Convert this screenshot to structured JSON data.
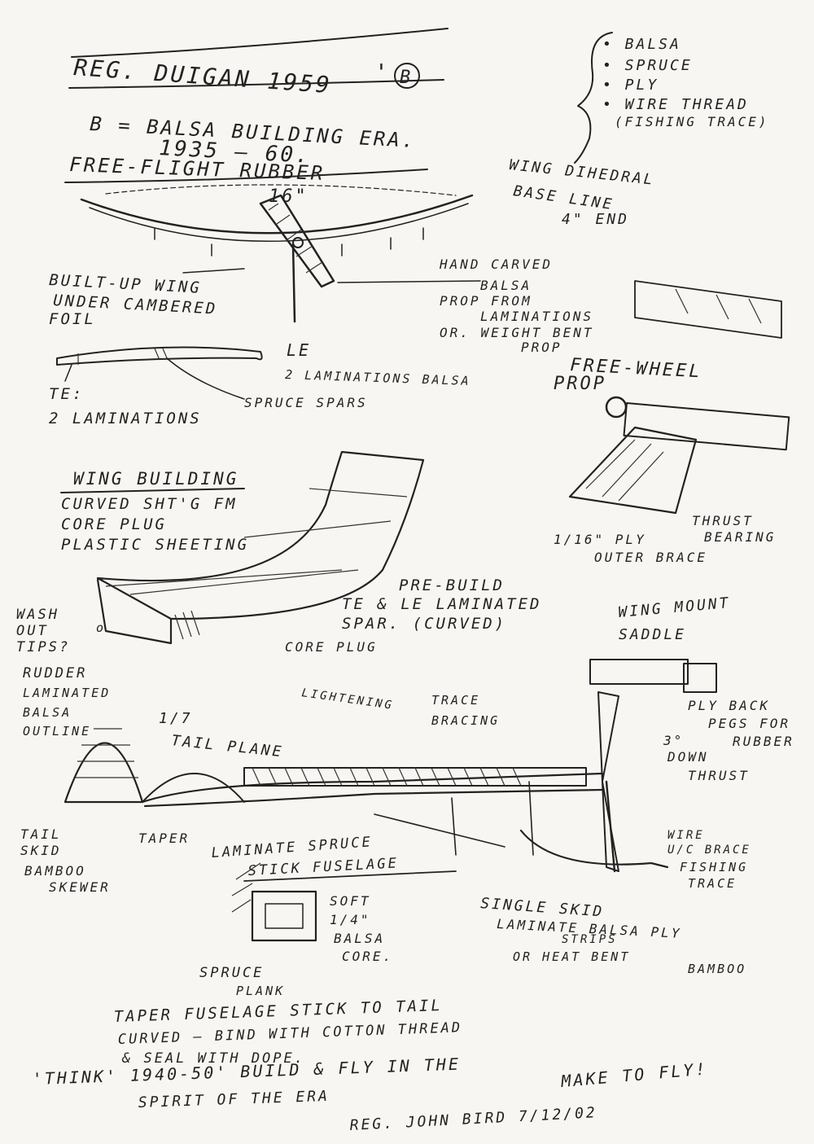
{
  "header": {
    "title": "REG. DUIGAN 1959",
    "title_mark": "'",
    "circled": "B",
    "line1": "B = BALSA BUILDING ERA.",
    "years": "1935 — 60.",
    "subtitle": "FREE-FLIGHT RUBBER"
  },
  "materials": {
    "items": [
      "• BALSA",
      "• SPRUCE",
      "• PLY",
      "• WIRE THREAD",
      "(FISHING TRACE)"
    ]
  },
  "wing_top": {
    "dim": "16\"",
    "dihedral": "WING DIHEDRAL",
    "base_line": "BASE LINE",
    "end": "4\" END",
    "builtup_1": "BUILT-UP WING",
    "builtup_2": "UNDER CAMBERED",
    "builtup_3": "FOIL",
    "prop_1": "HAND CARVED",
    "prop_2": "BALSA",
    "prop_3": "PROP FROM",
    "prop_4": "LAMINATIONS",
    "prop_5": "OR. WEIGHT BENT",
    "prop_6": "PROP"
  },
  "wing_section": {
    "le": "LE",
    "laminations": "2 LAMINATIONS BALSA",
    "te_1": "TE:",
    "te_2": "2 LAMINATIONS",
    "spars": "SPRUCE SPARS"
  },
  "freewheel": {
    "title": "FREE-WHEEL",
    "prop": "PROP",
    "thrust_1": "THRUST",
    "thrust_2": "BEARING",
    "ply_1": "1/16\" PLY",
    "ply_2": "OUTER BRACE"
  },
  "wing_building": {
    "title": "WING BUILDING",
    "l1": "CURVED SHT'G FM",
    "l2": "CORE PLUG",
    "l3": "PLASTIC SHEETING",
    "pre_1": "PRE-BUILD",
    "pre_2": "TE & LE LAMINATED",
    "pre_3": "SPAR. (CURVED)",
    "washout_1": "WASH",
    "washout_2": "OUT",
    "washout_3": "TIPS?",
    "degree": "o",
    "core": "CORE PLUG"
  },
  "fuselage": {
    "rudder_1": "RUDDER",
    "rudder_2": "LAMINATED",
    "rudder_3": "BALSA",
    "rudder_4": "OUTLINE",
    "fraction": "1/7",
    "tailplane": "TAIL PLANE",
    "tailskid_1": "TAIL",
    "tailskid_2": "SKID",
    "tailskid_3": "BAMBOO",
    "tailskid_4": "SKEWER",
    "taper": "TAPER",
    "lightening": "LIGHTENING",
    "trace_1": "TRACE",
    "trace_2": "BRACING",
    "laminate_1": "LAMINATE SPRUCE",
    "laminate_2": "STICK FUSELAGE",
    "mount_1": "WING MOUNT",
    "mount_2": "SADDLE",
    "ply_1": "PLY BACK",
    "ply_2": "PEGS FOR",
    "ply_3": "RUBBER",
    "down_1": "3°",
    "down_2": "DOWN",
    "down_3": "THRUST",
    "wire_1": "WIRE",
    "wire_2": "U/C BRACE",
    "wire_3": "FISHING",
    "wire_4": "TRACE",
    "skid_1": "SINGLE SKID",
    "skid_2": "LAMINATE BALSA PLY",
    "skid_3": "STRIPS",
    "skid_4": "OR HEAT BENT",
    "skid_5": "BAMBOO",
    "soft_1": "SOFT",
    "soft_2": "1/4\"",
    "soft_3": "BALSA",
    "soft_4": "CORE.",
    "spruce_1": "SPRUCE",
    "spruce_2": "PLANK"
  },
  "footer": {
    "l1": "TAPER FUSELAGE STICK TO TAIL",
    "l2": "CURVED — BIND WITH COTTON THREAD",
    "l3": "& SEAL WITH DOPE.",
    "l4": "'THINK' 1940-50' BUILD & FLY IN THE",
    "make": "MAKE TO FLY!",
    "l5": "SPIRIT OF THE ERA",
    "sig": "REG. JOHN BIRD 7/12/02"
  }
}
